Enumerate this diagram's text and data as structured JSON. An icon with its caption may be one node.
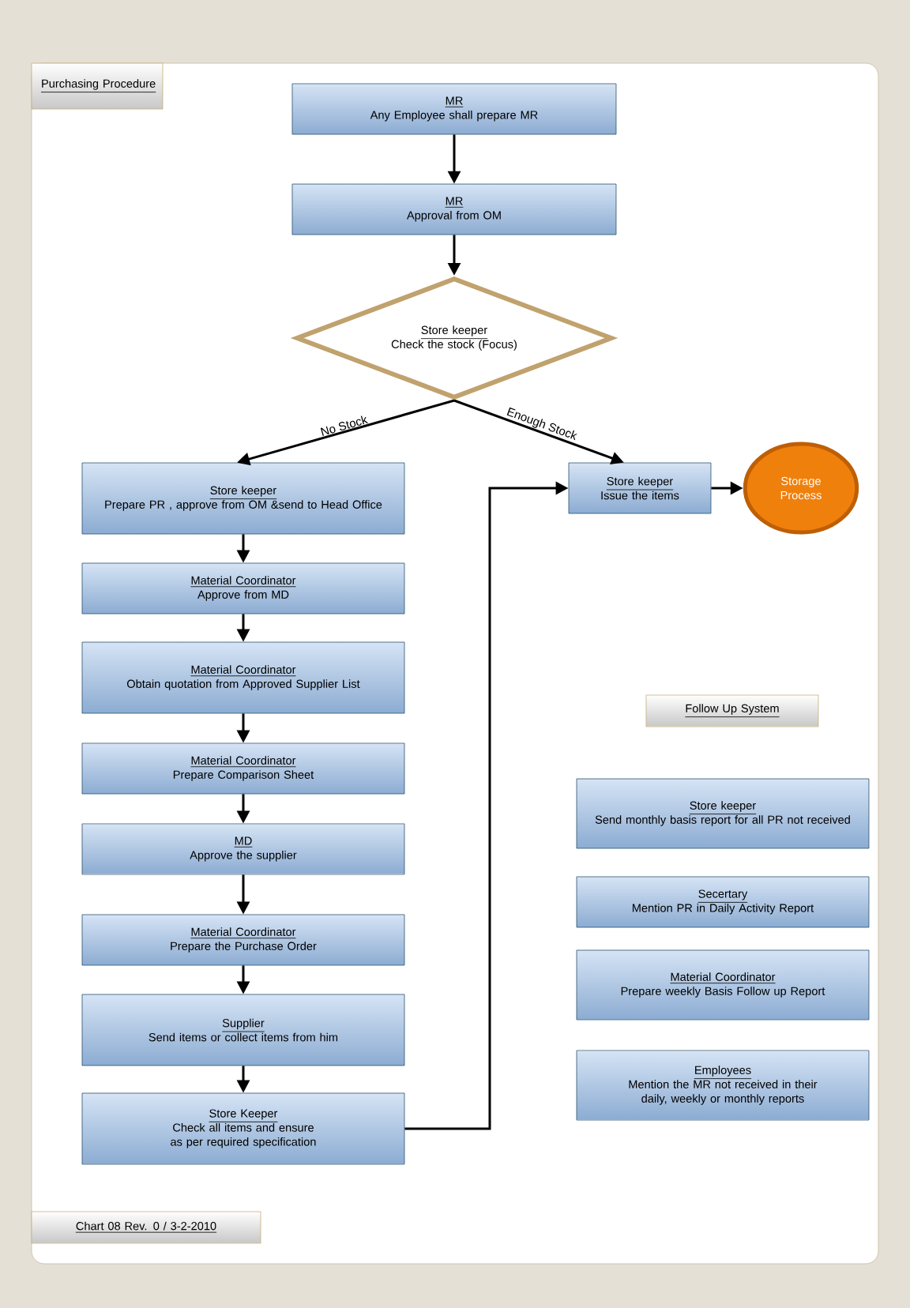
{
  "diagram": {
    "nodes": [
      {
        "text": [
          "MR",
          "Any Employee shall prepare MR"
        ]
      },
      {
        "text": [
          "MR",
          "Approval from OM"
        ]
      },
      {
        "text": [
          "Store keeper",
          "Check the stock (Focus)"
        ]
      },
      {
        "text": [
          "Store keeper",
          "Prepare PR , approve from OM &send to Head Office"
        ]
      },
      {
        "text": [
          "Store keeper",
          "Issue the items"
        ]
      },
      {
        "text": [
          "Storage Process"
        ]
      },
      {
        "text": [
          "Material Coordinator",
          "Approve from MD"
        ]
      },
      {
        "text": [
          "Material Coordinator",
          "Obtain quotation from Approved Supplier List"
        ]
      },
      {
        "text": [
          "Material Coordinator",
          "Prepare Comparison Sheet"
        ]
      },
      {
        "text": [
          "MD",
          "Approve the supplier"
        ]
      },
      {
        "text": [
          "Material Coordinator",
          "Prepare the Purchase Order"
        ]
      },
      {
        "text": [
          "Supplier",
          "Send items or collect items from him"
        ]
      },
      {
        "text": [
          "Store Keeper",
          "Check all items and ensure as per required specification"
        ]
      },
      {
        "text": [
          "Store keeper",
          "Send monthly basis report for all PR not received"
        ]
      },
      {
        "text": [
          "Secertary",
          "Mention PR in Daily Activity Report"
        ]
      },
      {
        "text": [
          "Material Coordinator",
          "Prepare weekly Basis Follow up Report"
        ]
      },
      {
        "text": [
          "Employees",
          "Mention the MR not received in their daily, weekly or monthly reports"
        ]
      },
      {
        "text": [
          "Purchasing Procedure"
        ]
      },
      {
        "text": [
          "Follow Up System"
        ]
      },
      {
        "text": [
          "Chart 08 Rev. 0 / 3-2-2010"
        ]
      }
    ],
    "edges": [
      {
        "from": 0,
        "to": 1,
        "arrow": "to"
      },
      {
        "from": 1,
        "to": 2,
        "arrow": "to"
      },
      {
        "from": 2,
        "to": 3,
        "arrow": "to",
        "label": "No Stock"
      },
      {
        "from": 2,
        "to": 4,
        "arrow": "to",
        "label": "Enough Stock"
      },
      {
        "from": 4,
        "to": 5,
        "arrow": "to"
      },
      {
        "from": 3,
        "to": 6,
        "arrow": "to"
      },
      {
        "from": 6,
        "to": 7,
        "arrow": "to"
      },
      {
        "from": 7,
        "to": 8,
        "arrow": "to"
      },
      {
        "from": 8,
        "to": 9,
        "arrow": "to"
      },
      {
        "from": 9,
        "to": 10,
        "arrow": "to"
      },
      {
        "from": 10,
        "to": 11,
        "arrow": "to"
      },
      {
        "from": 11,
        "to": 12,
        "arrow": "to"
      },
      {
        "from": 12,
        "to": 4,
        "arrow": "to"
      }
    ]
  }
}
